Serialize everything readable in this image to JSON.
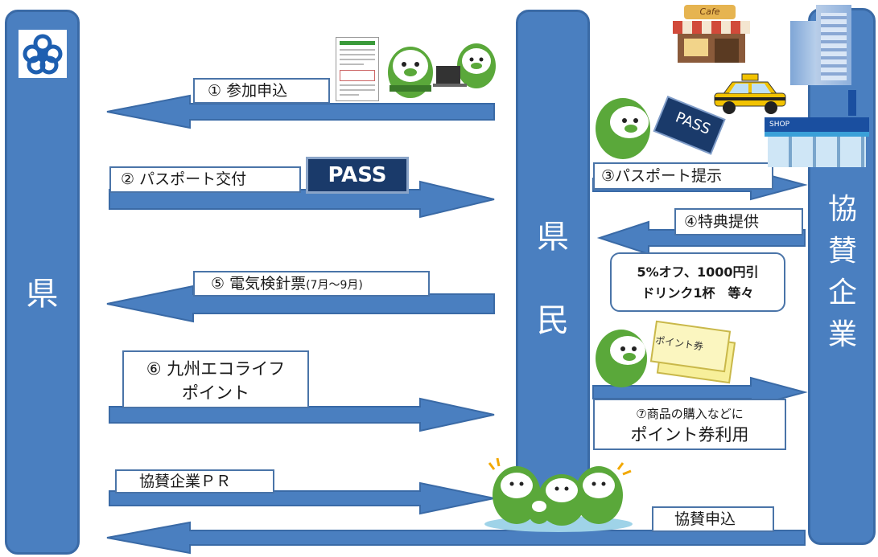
{
  "diagram": {
    "columns": {
      "prefecture_label": "県",
      "citizen_label": "県民",
      "sponsor_label": "協賛企業"
    },
    "flows": [
      {
        "id": "1",
        "label": "① 参加申込"
      },
      {
        "id": "2",
        "label": "② パスポート交付"
      },
      {
        "id": "3",
        "label": "③パスポート提示"
      },
      {
        "id": "4",
        "label": "④特典提供"
      },
      {
        "id": "5",
        "label_main": "⑤ 電気検針票",
        "label_small": "(7月～9月)"
      },
      {
        "id": "6",
        "label_line1": "⑥ 九州エコライフ",
        "label_line2": "ポイント"
      },
      {
        "id": "7",
        "label_line1": "⑦商品の購入などに",
        "label_line2": "ポイント券利用"
      },
      {
        "id": "pr",
        "label": "協賛企業ＰＲ"
      },
      {
        "id": "apply",
        "label": "協賛申込"
      }
    ],
    "benefit_note": {
      "line1": "5%オフ、1000円引",
      "line2": "ドリンク1杯　等々"
    },
    "pass_card_text": "PASS",
    "pass_tilted_text": "PASS",
    "point_ticket_text": "ポイント券",
    "cafe_sign": "Cafe",
    "shop_sign": "SHOP"
  }
}
